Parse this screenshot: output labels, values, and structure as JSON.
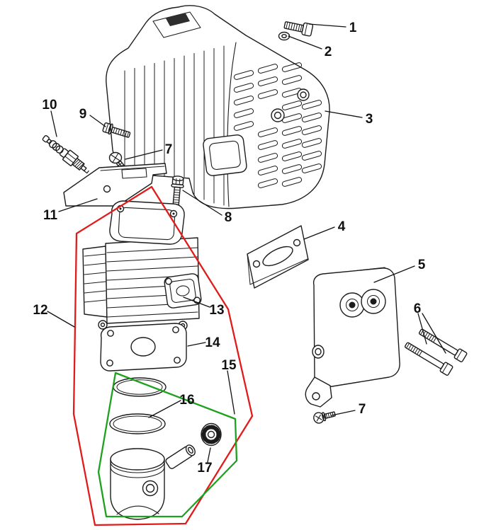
{
  "diagram": {
    "type": "exploded-parts-diagram",
    "background": "#ffffff",
    "colors": {
      "line": "#1c1c1c",
      "red_outline": "#e01b1b",
      "green_outline": "#1ea11e",
      "label": "#111111"
    },
    "callouts": [
      {
        "label": "1"
      },
      {
        "label": "2"
      },
      {
        "label": "3"
      },
      {
        "label": "4"
      },
      {
        "label": "5"
      },
      {
        "label": "6"
      },
      {
        "label": "7"
      },
      {
        "label": "7"
      },
      {
        "label": "8"
      },
      {
        "label": "9"
      },
      {
        "label": "10"
      },
      {
        "label": "11"
      },
      {
        "label": "12"
      },
      {
        "label": "13"
      },
      {
        "label": "14"
      },
      {
        "label": "15"
      },
      {
        "label": "16"
      },
      {
        "label": "17"
      }
    ]
  }
}
